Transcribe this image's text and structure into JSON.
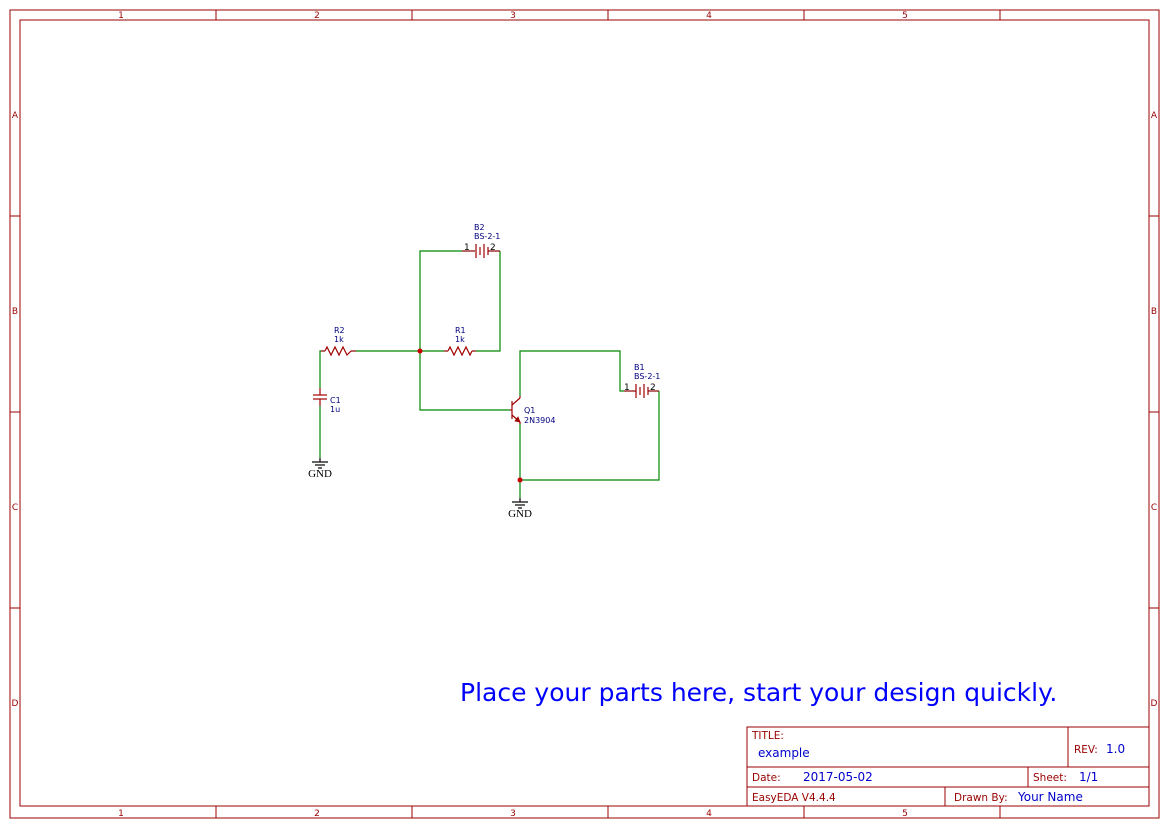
{
  "frame": {
    "columns": [
      "1",
      "2",
      "3",
      "4",
      "5"
    ],
    "rows": [
      "A",
      "B",
      "C",
      "D"
    ]
  },
  "schematic": {
    "B2": {
      "designator": "B2",
      "value": "BS-2-1",
      "pin1": "1",
      "pin2": "2"
    },
    "B1": {
      "designator": "B1",
      "value": "BS-2-1",
      "pin1": "1",
      "pin2": "2"
    },
    "R1": {
      "designator": "R1",
      "value": "1k"
    },
    "R2": {
      "designator": "R2",
      "value": "1k"
    },
    "C1": {
      "designator": "C1",
      "value": "1u"
    },
    "Q1": {
      "designator": "Q1",
      "value": "2N3904"
    },
    "gnd1": {
      "label": "GND"
    },
    "gnd2": {
      "label": "GND"
    }
  },
  "hint_text": "Place your parts here, start your design quickly.",
  "title_block": {
    "title_label": "TITLE:",
    "title_value": "example",
    "rev_label": "REV:",
    "rev_value": "1.0",
    "date_label": "Date:",
    "date_value": "2017-05-02",
    "sheet_label": "Sheet:",
    "sheet_value": "1/1",
    "software": "EasyEDA V4.4.4",
    "drawn_label": "Drawn By:",
    "drawn_value": "Your Name"
  },
  "colors": {
    "frame": "#990000",
    "wire": "#008800",
    "component": "#A00000",
    "label": "#000080",
    "hint": "#0000FF"
  }
}
